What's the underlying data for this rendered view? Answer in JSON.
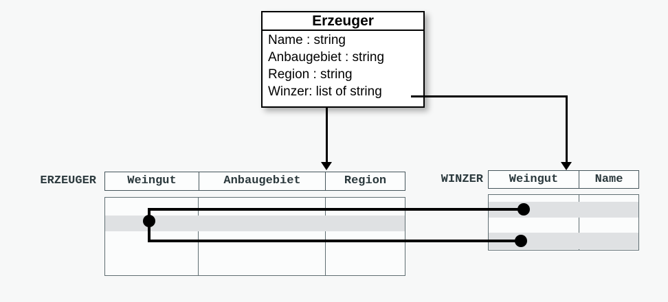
{
  "uml_class": {
    "title": "Erzeuger",
    "attributes": [
      "Name : string",
      "Anbaugebiet : string",
      "Region : string",
      "Winzer: list of string"
    ]
  },
  "erzeuger_table": {
    "label": "ERZEUGER",
    "columns": [
      "Weingut",
      "Anbaugebiet",
      "Region"
    ],
    "rows": [
      [
        "",
        "",
        ""
      ],
      [
        "",
        "",
        ""
      ],
      [
        "",
        "",
        ""
      ]
    ],
    "highlighted_row_index": 1
  },
  "winzer_table": {
    "label": "WINZER",
    "columns": [
      "Weingut",
      "Name"
    ],
    "rows": [
      [
        "",
        ""
      ],
      [
        "",
        ""
      ],
      [
        "",
        ""
      ],
      [
        "",
        ""
      ]
    ],
    "highlighted_row_indices": [
      1,
      3
    ]
  },
  "colors": {
    "background": "#f7f8f8",
    "box_fill": "#ffffff",
    "box_border": "#000000",
    "connector": "#000000",
    "table_border": "#5e6d71",
    "header_border": "#44545a",
    "label_text": "#2b393d",
    "row_highlight": "#dfe1e3"
  }
}
